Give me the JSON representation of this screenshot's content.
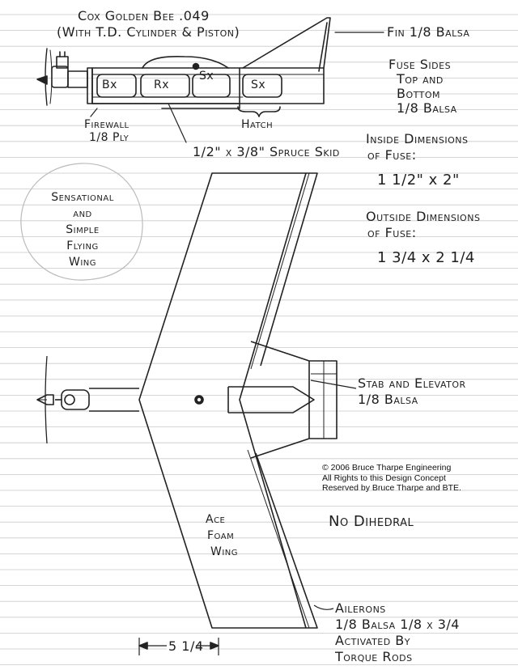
{
  "header": {
    "engine_line1": "Cox Golden Bee .049",
    "engine_line2": "(With T.D. Cylinder & Piston)"
  },
  "fuselage": {
    "fin_label": "Fin 1/8 Balsa",
    "fuse_sides_label": [
      "Fuse Sides",
      "Top and",
      "Bottom",
      "1/8 Balsa"
    ],
    "firewall_label": [
      "Firewall",
      "1/8 Ply"
    ],
    "hatch_label": "Hatch",
    "skid_label": "1/2\" x 3/8\" Spruce Skid",
    "compartments": [
      "Bx",
      "Rx",
      "Sx",
      "Sx"
    ]
  },
  "dimensions": {
    "inside_label": [
      "Inside Dimensions",
      "of Fuse:"
    ],
    "inside_value": "1 1/2\" x 2\"",
    "outside_label": [
      "Outside Dimensions",
      "of Fuse:"
    ],
    "outside_value": "1 3/4 x 2 1/4"
  },
  "title_circle": [
    "Sensational",
    "and",
    "Simple",
    "Flying",
    "Wing"
  ],
  "wing": {
    "stab_label": [
      "Stab and Elevator",
      "1/8 Balsa"
    ],
    "no_dihedral": "No Dihedral",
    "foam_label": [
      "Ace",
      "Foam",
      "Wing"
    ],
    "ailerons_label": [
      "Ailerons",
      "1/8 Balsa  1/8 x 3/4",
      "Activated By",
      "Torque Rods"
    ],
    "chord_dim": "5 1/4"
  },
  "copyright": [
    "© 2006 Bruce Tharpe Engineering",
    "All Rights to this Design Concept",
    "Reserved by Bruce Tharpe and BTE."
  ],
  "colors": {
    "ink": "#1e1e1e",
    "rule": "#c9c9c9",
    "paper": "#ffffff"
  }
}
